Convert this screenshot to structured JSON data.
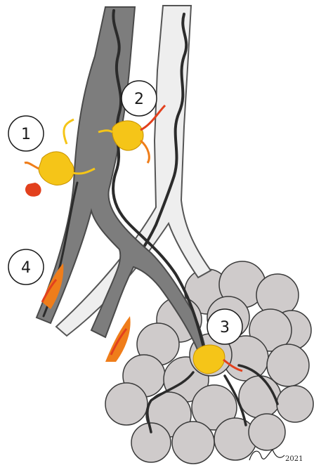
{
  "labels": {
    "one": "1",
    "two": "2",
    "three": "3",
    "four": "4"
  },
  "signature": {
    "year": "2021"
  },
  "colors": {
    "dark_airway": "#7d7d7d",
    "dark_airway_edge": "#4a4a4a",
    "light_airway": "#eeeeee",
    "light_airway_edge": "#555555",
    "alveoli": "#cfcbcb",
    "alveoli_edge": "#3a3a3a",
    "nerve": "#2b2b2b",
    "cell_yellow": "#f5c518",
    "cell_orange": "#ef7d1a",
    "cell_red": "#e2401d"
  }
}
